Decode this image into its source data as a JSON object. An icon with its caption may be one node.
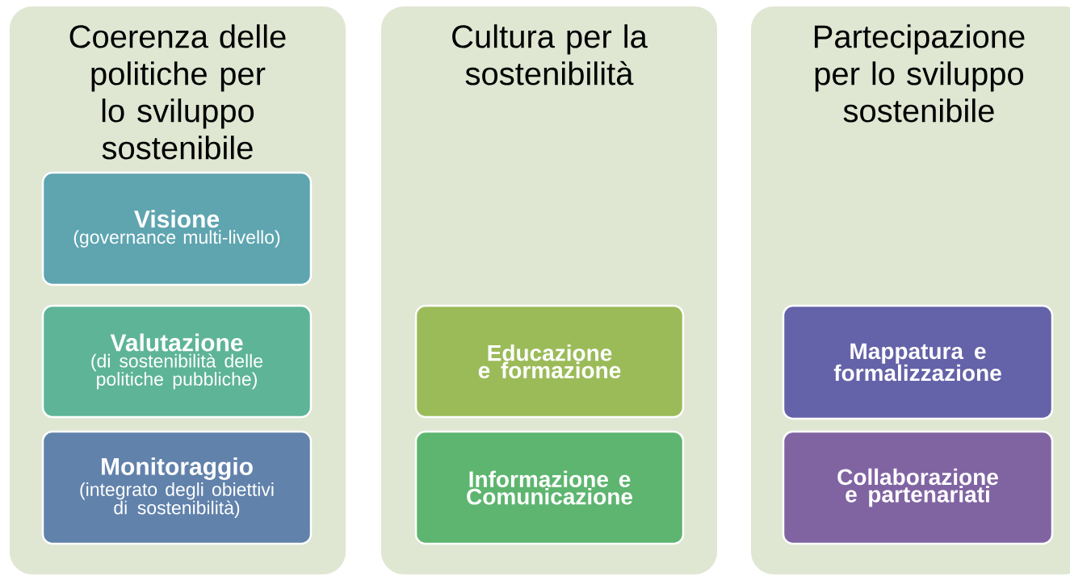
{
  "diagram": {
    "nodes": [
      {
        "text": [
          "Coerenza delle politiche per lo sviluppo sostenibile"
        ]
      },
      {
        "text": [
          "Visione",
          "(governance multi-livello)"
        ],
        "in": 0
      },
      {
        "text": [
          "Valutazione",
          "(di sostenibilità delle politiche pubbliche)"
        ],
        "in": 0
      },
      {
        "text": [
          "Monitoraggio",
          "(integrato degli obiettivi di sostenibilità)"
        ],
        "in": 0
      },
      {
        "text": [
          "Cultura per la sostenibilità"
        ]
      },
      {
        "text": [
          "Educazione e formazione"
        ],
        "in": 4
      },
      {
        "text": [
          "Informazione e Comunicazione"
        ],
        "in": 4
      },
      {
        "text": [
          "Partecipazione per lo sviluppo sostenibile"
        ]
      },
      {
        "text": [
          "Mappatura e formalizzazione"
        ],
        "in": 7
      },
      {
        "text": [
          "Collaborazione e partenariati"
        ],
        "in": 7
      }
    ]
  }
}
